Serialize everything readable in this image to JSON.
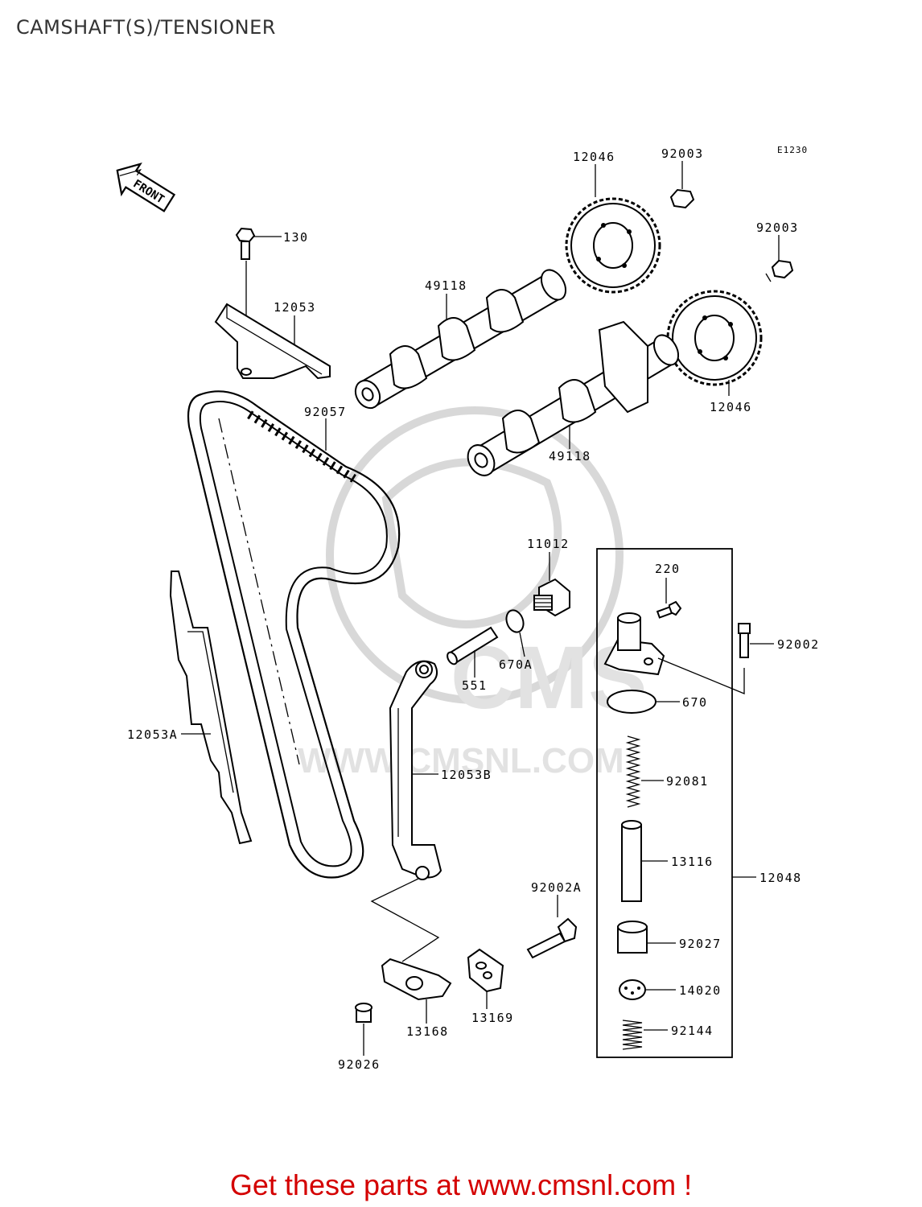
{
  "page": {
    "title": "CAMSHAFT(S)/TENSIONER",
    "footer_cta": "Get these parts at www.cmsnl.com !",
    "accent_color": "#d40000"
  },
  "diagram": {
    "code": "E1230",
    "front_label": "FRONT",
    "watermark": "WWW.CMSNL.COM",
    "parts": {
      "p12046a": "12046",
      "p92003a": "92003",
      "p92003b": "92003",
      "p130": "130",
      "p49118a": "49118",
      "p12053": "12053",
      "p92057": "92057",
      "p12046b": "12046",
      "p49118b": "49118",
      "p11012": "11012",
      "p220": "220",
      "p92002": "92002",
      "p670a": "670A",
      "p551": "551",
      "p670": "670",
      "p12053a": "12053A",
      "p12053b": "12053B",
      "p92081": "92081",
      "p13116": "13116",
      "p12048": "12048",
      "p92002a": "92002A",
      "p92027": "92027",
      "p14020": "14020",
      "p13168": "13168",
      "p13169": "13169",
      "p92144": "92144",
      "p92026": "92026"
    }
  }
}
